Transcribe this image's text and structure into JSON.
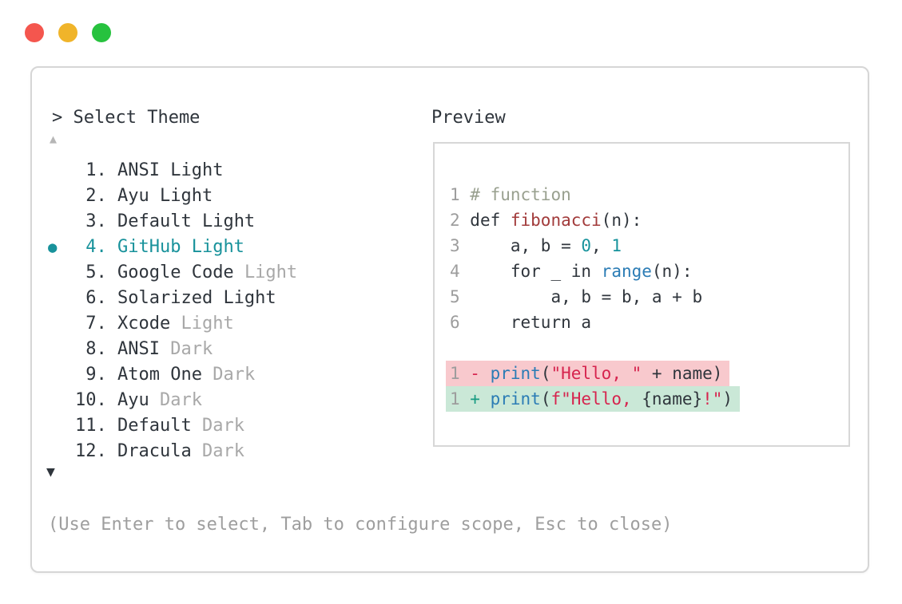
{
  "window_title": "Select Theme",
  "window_controls": {
    "close": "close-circle",
    "minimize": "minimize-circle",
    "zoom": "zoom-circle"
  },
  "theme_list": {
    "prompt": "> Select Theme",
    "scroll_up_indicator": "▲",
    "scroll_down_indicator": "▼",
    "selected_bullet": "●",
    "items": [
      {
        "number": "1",
        "name": "ANSI",
        "variant": "Light",
        "muted_variant": false,
        "selected": false
      },
      {
        "number": "2",
        "name": "Ayu",
        "variant": "Light",
        "muted_variant": false,
        "selected": false
      },
      {
        "number": "3",
        "name": "Default",
        "variant": "Light",
        "muted_variant": false,
        "selected": false
      },
      {
        "number": "4",
        "name": "GitHub",
        "variant": "Light",
        "muted_variant": false,
        "selected": true
      },
      {
        "number": "5",
        "name": "Google Code",
        "variant": "Light",
        "muted_variant": true,
        "selected": false
      },
      {
        "number": "6",
        "name": "Solarized",
        "variant": "Light",
        "muted_variant": false,
        "selected": false
      },
      {
        "number": "7",
        "name": "Xcode",
        "variant": "Light",
        "muted_variant": true,
        "selected": false
      },
      {
        "number": "8",
        "name": "ANSI",
        "variant": "Dark",
        "muted_variant": true,
        "selected": false
      },
      {
        "number": "9",
        "name": "Atom One",
        "variant": "Dark",
        "muted_variant": true,
        "selected": false
      },
      {
        "number": "10",
        "name": "Ayu",
        "variant": "Dark",
        "muted_variant": true,
        "selected": false
      },
      {
        "number": "11",
        "name": "Default",
        "variant": "Dark",
        "muted_variant": true,
        "selected": false
      },
      {
        "number": "12",
        "name": "Dracula",
        "variant": "Dark",
        "muted_variant": true,
        "selected": false
      }
    ]
  },
  "preview": {
    "label": "Preview",
    "code_lines": [
      {
        "num": "1",
        "diff": null,
        "tokens": [
          [
            "comment",
            "# function"
          ]
        ]
      },
      {
        "num": "2",
        "diff": null,
        "tokens": [
          [
            "plain",
            "def "
          ],
          [
            "func",
            "fibonacci"
          ],
          [
            "plain",
            "(n):"
          ]
        ]
      },
      {
        "num": "3",
        "diff": null,
        "tokens": [
          [
            "plain",
            "    a, b = "
          ],
          [
            "number",
            "0"
          ],
          [
            "plain",
            ", "
          ],
          [
            "number",
            "1"
          ]
        ]
      },
      {
        "num": "4",
        "diff": null,
        "tokens": [
          [
            "plain",
            "    for _ in "
          ],
          [
            "builtin",
            "range"
          ],
          [
            "plain",
            "(n):"
          ]
        ]
      },
      {
        "num": "5",
        "diff": null,
        "tokens": [
          [
            "plain",
            "        a, b = b, a + b"
          ]
        ]
      },
      {
        "num": "6",
        "diff": null,
        "tokens": [
          [
            "plain",
            "    return a"
          ]
        ]
      },
      {
        "num": "",
        "diff": null,
        "tokens": []
      },
      {
        "num": "1",
        "diff": "deleted",
        "tokens": [
          [
            "del",
            "- "
          ],
          [
            "builtin",
            "print"
          ],
          [
            "plain",
            "("
          ],
          [
            "string",
            "\"Hello, \""
          ],
          [
            "plain",
            " + name)"
          ]
        ]
      },
      {
        "num": "1",
        "diff": "inserted",
        "tokens": [
          [
            "ins",
            "+ "
          ],
          [
            "builtin",
            "print"
          ],
          [
            "plain",
            "("
          ],
          [
            "string",
            "f\"Hello, "
          ],
          [
            "plain",
            "{name}"
          ],
          [
            "string",
            "!\""
          ],
          [
            "plain",
            ")"
          ]
        ]
      }
    ]
  },
  "help_text": "(Use Enter to select, Tab to configure scope, Esc to close)",
  "colors": {
    "traffic_red": "#f4564e",
    "traffic_yellow": "#f0b42a",
    "traffic_green": "#27c23e",
    "ink": "#2f353c",
    "muted": "#a8a8a8",
    "line_number": "#9d9d9d",
    "help": "#9e9e9e",
    "scroll_up": "#b6b6b6",
    "accent_teal": "#18929b",
    "comment": "#99a08f",
    "function_name": "#a23b3b",
    "number_literal": "#17939c",
    "builtin": "#2b7cb5",
    "string": "#d6244e",
    "inserted_marker": "#179b82",
    "deleted_bg": "#f8c9cd",
    "inserted_bg": "#cae8d7",
    "window_border": "#d6d6d6",
    "preview_border": "#d7d7d7"
  }
}
